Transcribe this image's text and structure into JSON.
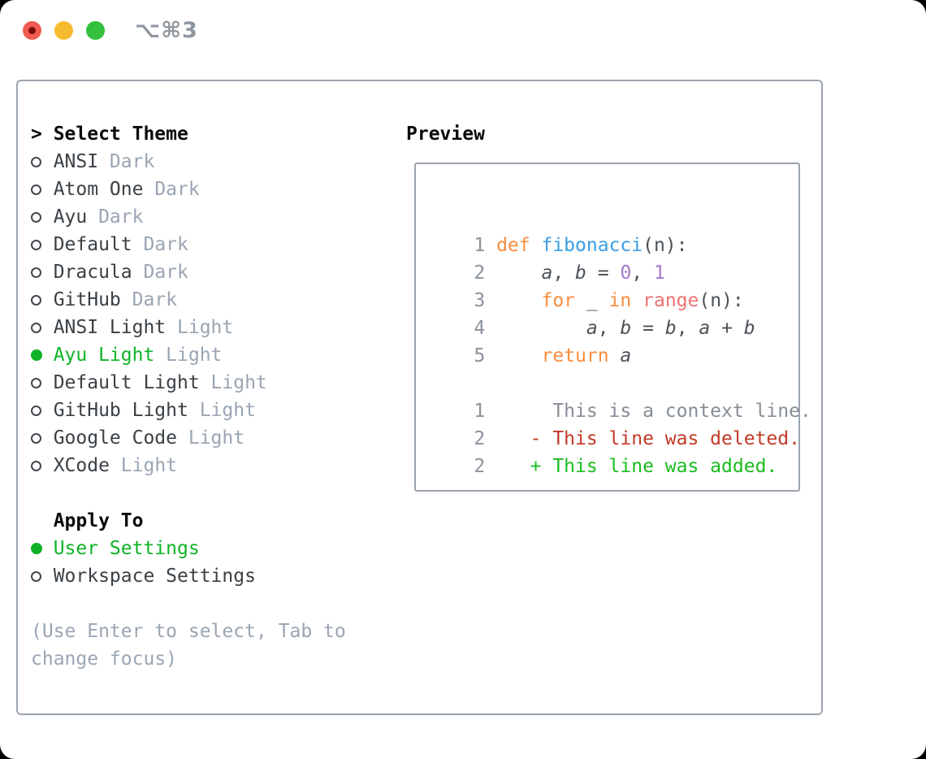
{
  "window": {
    "title": "⌥⌘3"
  },
  "glyphs": {
    "prompt": ">"
  },
  "theme_picker": {
    "title": "Select Theme",
    "items": [
      {
        "name": "ANSI",
        "variant": "Dark",
        "selected": false
      },
      {
        "name": "Atom One",
        "variant": "Dark",
        "selected": false
      },
      {
        "name": "Ayu",
        "variant": "Dark",
        "selected": false
      },
      {
        "name": "Default",
        "variant": "Dark",
        "selected": false
      },
      {
        "name": "Dracula",
        "variant": "Dark",
        "selected": false
      },
      {
        "name": "GitHub",
        "variant": "Dark",
        "selected": false
      },
      {
        "name": "ANSI Light",
        "variant": "Light",
        "selected": false
      },
      {
        "name": "Ayu Light",
        "variant": "Light",
        "selected": true
      },
      {
        "name": "Default Light",
        "variant": "Light",
        "selected": false
      },
      {
        "name": "GitHub Light",
        "variant": "Light",
        "selected": false
      },
      {
        "name": "Google Code",
        "variant": "Light",
        "selected": false
      },
      {
        "name": "XCode",
        "variant": "Light",
        "selected": false
      }
    ],
    "apply_to": {
      "title": "Apply To",
      "options": [
        {
          "name": "User Settings",
          "selected": true
        },
        {
          "name": "Workspace Settings",
          "selected": false
        }
      ]
    },
    "hint_lines": [
      "(Use Enter to select, Tab to",
      "change focus)"
    ]
  },
  "preview": {
    "title": "Preview",
    "lines": [
      {
        "ln": "1",
        "tokens": [
          {
            "t": "def",
            "c": "keyword"
          },
          {
            "t": " "
          },
          {
            "t": "fibonacci",
            "c": "function"
          },
          {
            "t": "(n):"
          }
        ]
      },
      {
        "ln": "2",
        "tokens": [
          {
            "t": "    "
          },
          {
            "t": "a",
            "i": true
          },
          {
            "t": ", "
          },
          {
            "t": "b",
            "i": true
          },
          {
            "t": " = "
          },
          {
            "t": "0",
            "c": "number"
          },
          {
            "t": ", "
          },
          {
            "t": "1",
            "c": "number"
          }
        ]
      },
      {
        "ln": "3",
        "tokens": [
          {
            "t": "    "
          },
          {
            "t": "for",
            "c": "keyword"
          },
          {
            "t": " _ "
          },
          {
            "t": "in",
            "c": "keyword"
          },
          {
            "t": " "
          },
          {
            "t": "range",
            "c": "builtin"
          },
          {
            "t": "(n):"
          }
        ]
      },
      {
        "ln": "4",
        "tokens": [
          {
            "t": "        "
          },
          {
            "t": "a",
            "i": true
          },
          {
            "t": ", "
          },
          {
            "t": "b",
            "i": true
          },
          {
            "t": " = "
          },
          {
            "t": "b",
            "i": true
          },
          {
            "t": ", "
          },
          {
            "t": "a",
            "i": true
          },
          {
            "t": " + "
          },
          {
            "t": "b",
            "i": true
          }
        ]
      },
      {
        "ln": "5",
        "tokens": [
          {
            "t": "    "
          },
          {
            "t": "return",
            "c": "keyword"
          },
          {
            "t": " "
          },
          {
            "t": "a",
            "i": true
          }
        ]
      },
      {
        "ln": "",
        "tokens": []
      },
      {
        "ln": "1",
        "tokens": [
          {
            "t": "     This is a context line.",
            "c": "diff_context"
          }
        ]
      },
      {
        "ln": "2",
        "tokens": [
          {
            "t": "   "
          },
          {
            "t": "- This line was deleted.",
            "c": "diff_deleted"
          }
        ]
      },
      {
        "ln": "2",
        "tokens": [
          {
            "t": "   "
          },
          {
            "t": "+ This line was added.",
            "c": "diff_added"
          }
        ]
      }
    ]
  },
  "colors": {
    "accent_green": "#10b326",
    "header_text": "#0a0a0a",
    "item_text": "#3a4045",
    "muted": "#9aa5b3",
    "line_number": "#8a929b",
    "code_text": "#4c5258",
    "keyword": "#fa8d3e",
    "function": "#399ee6",
    "number": "#a37acc",
    "builtin": "#f07171",
    "diff_context": "#868e96",
    "diff_deleted": "#c23a26",
    "diff_added": "#1abc1e",
    "panel_border": "#9ba4ae",
    "traffic_red": "#f25c50",
    "traffic_red_dot": "#7c1007",
    "traffic_yellow": "#f7bb2f",
    "traffic_green": "#33c03c",
    "title_text": "#8f969e"
  }
}
